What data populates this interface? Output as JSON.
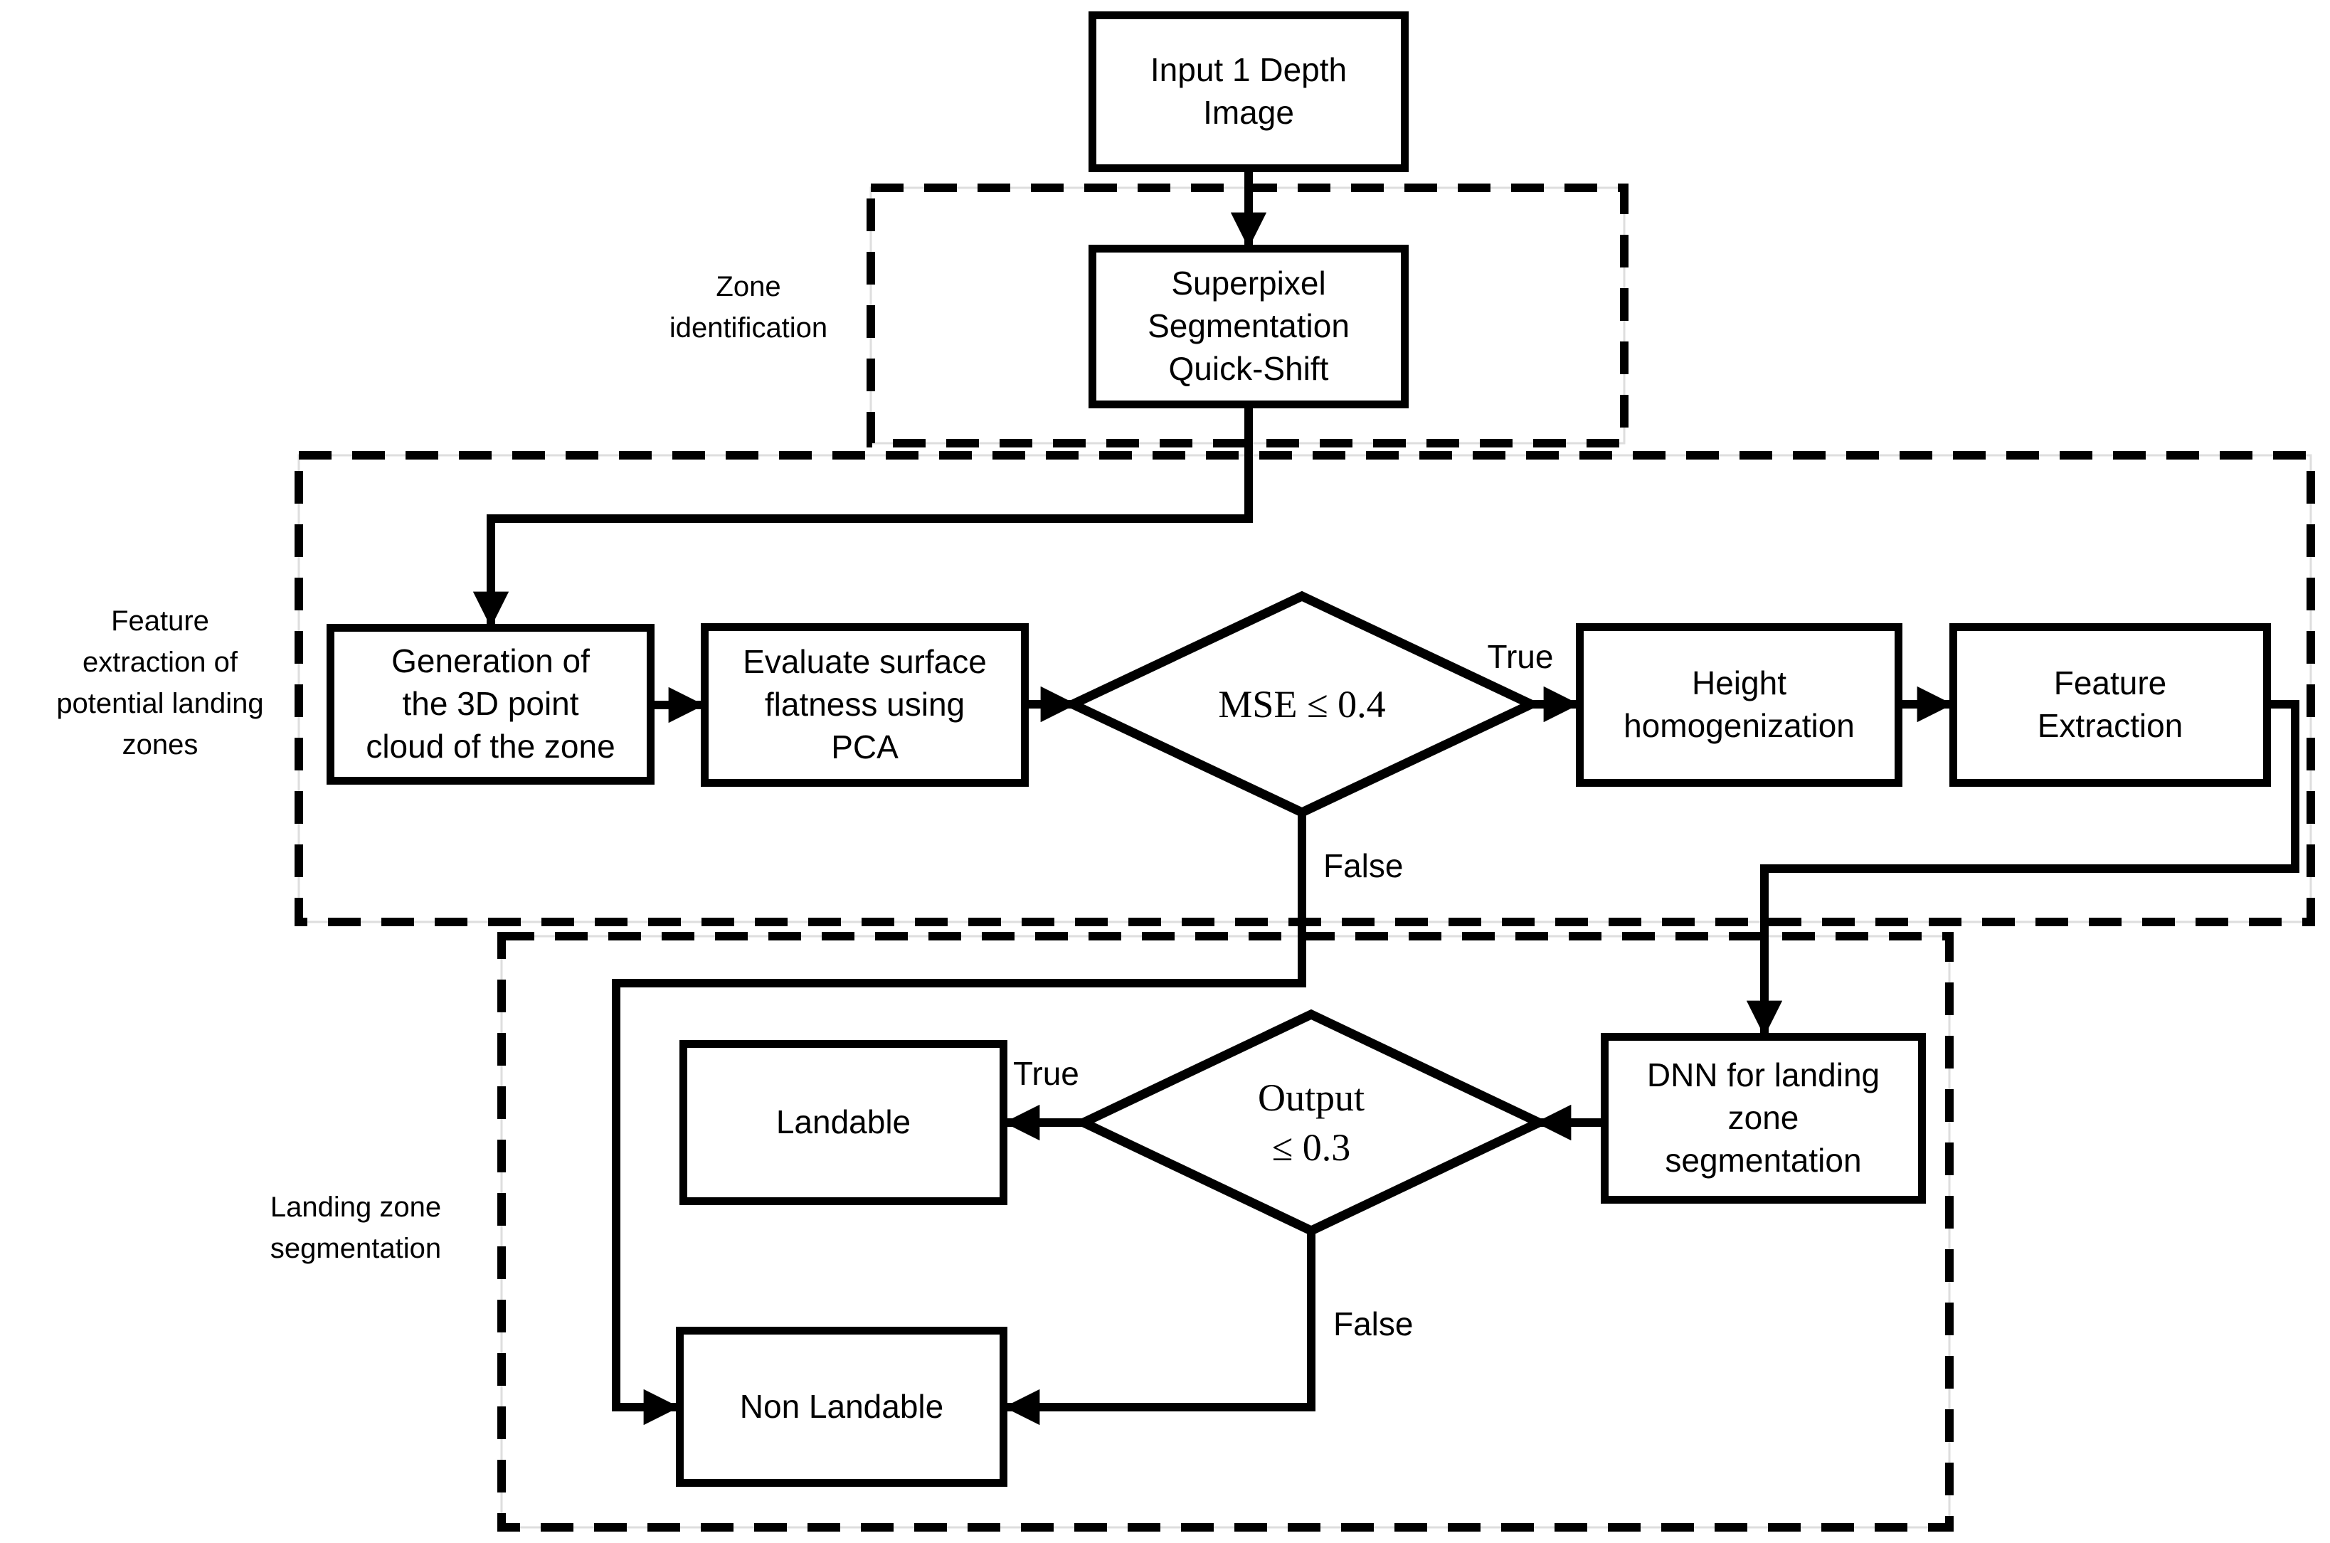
{
  "sections": {
    "zone": {
      "label": "Zone\nidentification"
    },
    "feature": {
      "label": "Feature\nextraction of\npotential landing\nzones"
    },
    "landing": {
      "label": "Landing zone\nsegmentation"
    }
  },
  "nodes": {
    "input": {
      "label": "Input 1 Depth\nImage",
      "type": "process"
    },
    "superpixel": {
      "label": "Superpixel\nSegmentation\nQuick-Shift",
      "type": "process"
    },
    "generation": {
      "label": "Generation of\nthe 3D point\ncloud of the zone",
      "type": "process"
    },
    "evaluate": {
      "label": "Evaluate surface\nflatness using\nPCA",
      "type": "process"
    },
    "mse": {
      "label": "MSE ≤ 0.4",
      "type": "decision"
    },
    "height": {
      "label": "Height\nhomogenization",
      "type": "process"
    },
    "feature_extraction": {
      "label": "Feature\nExtraction",
      "type": "process"
    },
    "dnn": {
      "label": "DNN for landing\nzone\nsegmentation",
      "type": "process"
    },
    "output": {
      "label": "Output\n≤ 0.3",
      "type": "decision"
    },
    "landable": {
      "label": "Landable",
      "type": "terminal"
    },
    "non_landable": {
      "label": "Non Landable",
      "type": "terminal"
    }
  },
  "edge_labels": {
    "mse_true": "True",
    "mse_false": "False",
    "output_true": "True",
    "output_false": "False"
  },
  "colors": {
    "ink": "#000000",
    "background": "#ffffff"
  }
}
